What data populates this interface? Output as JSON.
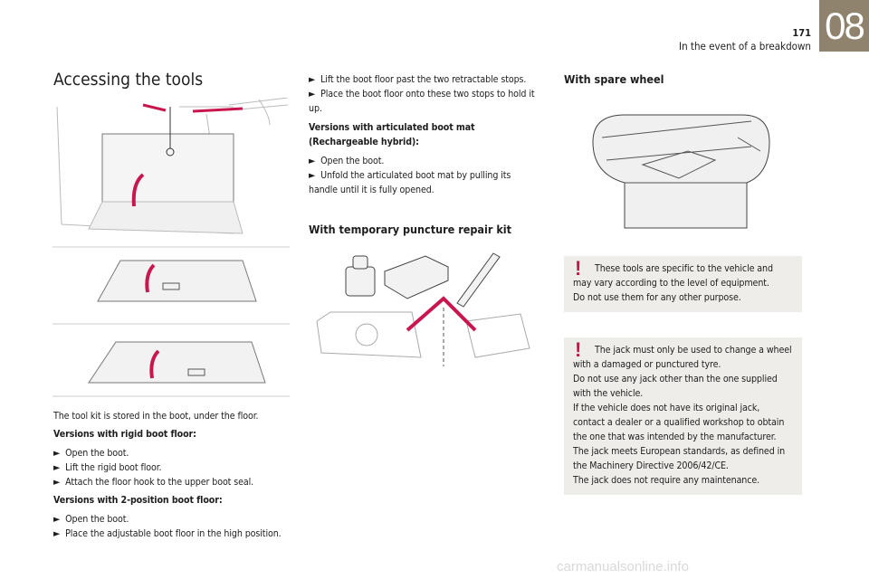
{
  "header": {
    "chapter": "08",
    "page": "171",
    "section": "In the event of a breakdown"
  },
  "left": {
    "title": "Accessing the tools",
    "intro": "The tool kit is stored in the boot, under the floor.",
    "rigid_heading": "Versions with rigid boot floor:",
    "rigid_steps": [
      "Open the boot.",
      "Lift the rigid boot floor.",
      "Attach the floor hook to the upper boot seal."
    ],
    "two_pos_heading": "Versions with 2-position boot floor:",
    "two_pos_steps": [
      "Open the boot.",
      "Place the adjustable boot floor in the high position."
    ]
  },
  "middle": {
    "steps": [
      "Lift the boot floor past the two retractable stops.",
      "Place the boot floor onto these two stops to hold it up."
    ],
    "artic_heading": "Versions with articulated boot mat (Rechargeable hybrid):",
    "artic_steps": [
      "Open the boot.",
      "Unfold the articulated boot mat by pulling its handle until it is fully opened."
    ],
    "repair_heading": "With temporary puncture repair kit"
  },
  "right": {
    "spare_heading": "With spare wheel",
    "warning1": {
      "first": "These tools are specific to the vehicle and may vary according to the level of equipment.",
      "rest": [
        "Do not use them for any other purpose."
      ]
    },
    "warning2": {
      "first": "The jack must only be used to change a wheel with a damaged or punctured tyre.",
      "rest": [
        "Do not use any jack other than the one supplied with the vehicle.",
        "If the vehicle does not have its original jack, contact a dealer or a qualified workshop to obtain the one that was intended by the manufacturer.",
        "The jack meets European standards, as defined in the Machinery Directive 2006/42/CE.",
        "The jack does not require any maintenance."
      ]
    }
  },
  "bullet": "►",
  "warn_glyph": "!",
  "watermark": "carmanualsonline.info",
  "colors": {
    "tab": "#8f836d",
    "accent": "#c8174f",
    "box": "#efedea"
  }
}
